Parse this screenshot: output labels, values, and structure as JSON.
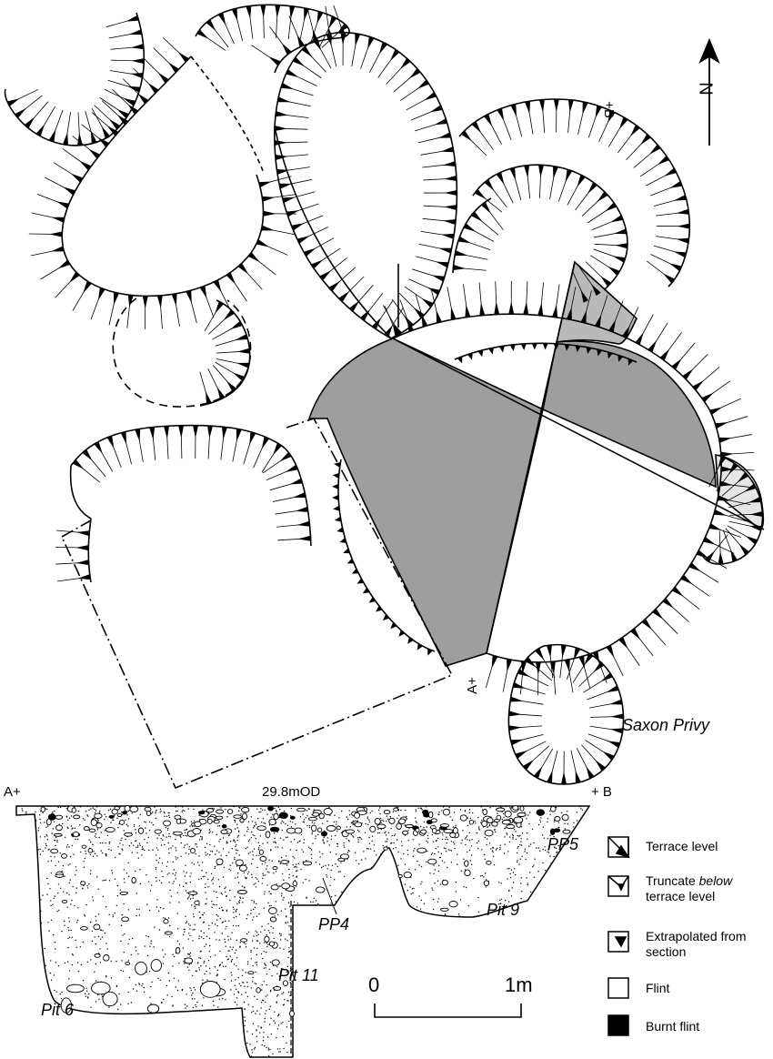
{
  "plan": {
    "north_label": "N",
    "point_a": "A+",
    "point_b": "+B",
    "label_saxon_privy": "Saxon Privy"
  },
  "section": {
    "point_a": "A+",
    "point_b": "+ B",
    "datum": "29.8mOD",
    "labels": {
      "pp5": "PP5",
      "pp4": "PP4",
      "pit9": "Pit 9",
      "pit11": "Pit 11",
      "pit6": "Pit 6"
    }
  },
  "scale": {
    "zero": "0",
    "end": "1m"
  },
  "legend": [
    {
      "label": "Terrace level"
    },
    {
      "label_lines": [
        "Truncate ",
        "below",
        " terrace level"
      ]
    },
    {
      "label": "Extrapolated from section"
    },
    {
      "label": "Flint"
    },
    {
      "label": "Burnt flint"
    }
  ],
  "colors": {
    "shade_dark": "#9e9e9e",
    "shade_mid": "#b9b9b9",
    "shade_light": "#e6e6e6",
    "ink": "#000000"
  }
}
